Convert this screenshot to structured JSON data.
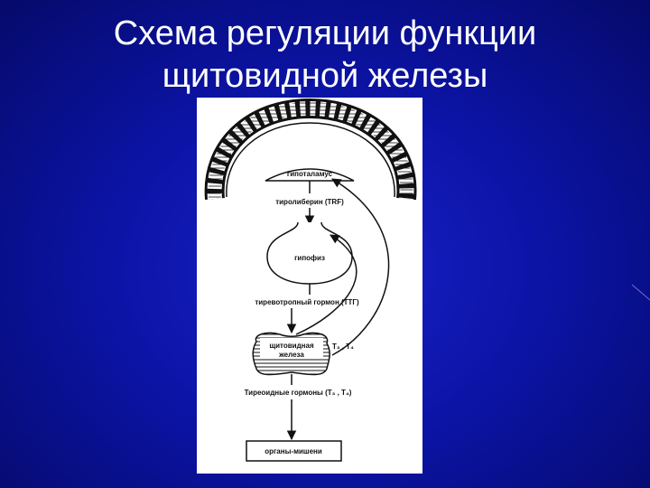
{
  "slide": {
    "title_line1": "Схема регуляции функции",
    "title_line2": "щитовидной железы"
  },
  "diagram": {
    "hypothalamus": "гипоталамус",
    "trf": "тиролиберин (TRF)",
    "pituitary": "гипофиз",
    "tsh": "тиревотропный гормон (ТТГ)",
    "thyroid_line1": "щитовидная",
    "thyroid_line2": "железа",
    "t3t4": "T₃ , T₄",
    "thyroid_hormones": "Тиреоидные гормоны (T₃ , T₄)",
    "targets": "органы-мишени"
  },
  "colors": {
    "background": "#0c14a8",
    "title": "#ffffff",
    "panel": "#ffffff",
    "ink": "#111111"
  }
}
